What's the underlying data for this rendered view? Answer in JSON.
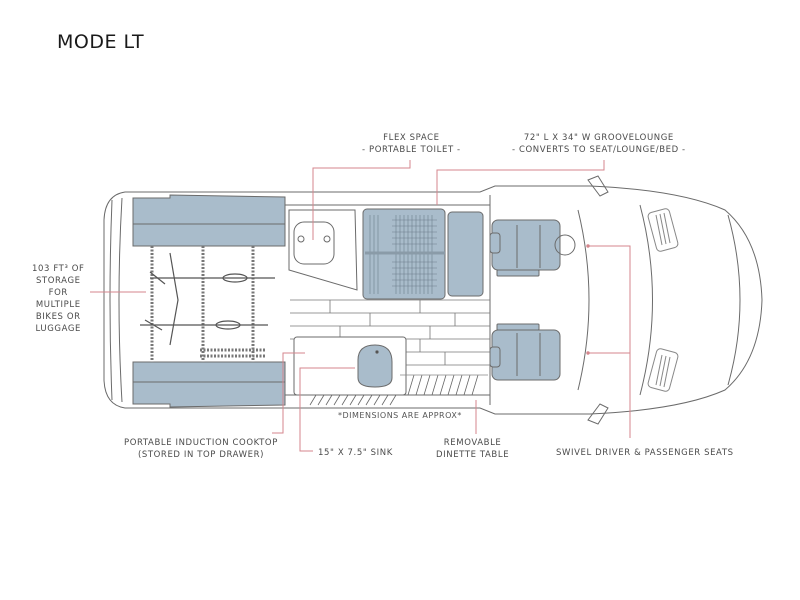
{
  "title": "MODE LT",
  "colors": {
    "upholstery": "#a9bccb",
    "outline": "#6b6b6b",
    "leader": "#d4868d",
    "text": "#4a4a4a"
  },
  "callouts": {
    "flex_space": {
      "line1": "FLEX SPACE",
      "line2": "- PORTABLE TOILET -"
    },
    "groovelounge": {
      "line1": "72\" L X 34\" W GROOVELOUNGE",
      "line2": "- CONVERTS TO SEAT/LOUNGE/BED -"
    },
    "storage": {
      "lines": [
        "103 FT³ OF",
        "STORAGE",
        "FOR",
        "MULTIPLE",
        "BIKES OR",
        "LUGGAGE"
      ]
    },
    "cooktop": {
      "line1": "PORTABLE INDUCTION COOKTOP",
      "line2": "(STORED IN TOP DRAWER)"
    },
    "sink": {
      "line1": "15\" X 7.5\" SINK"
    },
    "dinette": {
      "line1": "REMOVABLE",
      "line2": "DINETTE TABLE"
    },
    "seats": {
      "line1": "SWIVEL DRIVER & PASSENGER SEATS"
    }
  },
  "note": "*DIMENSIONS ARE APPROX*"
}
